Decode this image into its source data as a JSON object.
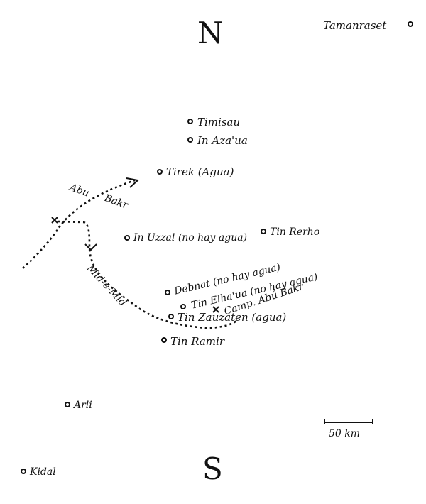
{
  "compass": {
    "north": "N",
    "south": "S"
  },
  "places": {
    "tamanrasset": "Tamanraset",
    "timisau": "Timisau",
    "in_azaua": "In Aza'ua",
    "tirek": "Tirek (Agua)",
    "in_uzzal": "In Uzzal (no hay agua)",
    "tin_rerho": "Tin Rerho",
    "debnat": "Debnat (no hay agua)",
    "tin_elhaua": "Tin Elha'ua (no hay agua)",
    "camp_abu_bakr": "Camp. Abú Bakr",
    "tin_zauzaten": "Tin Zauzaten (agua)",
    "tin_ramir": "Tin Ramir",
    "arli": "Arli",
    "kidal": "Kidal"
  },
  "routes": {
    "abu_bakr": {
      "label_1": "Abu",
      "label_2": "Bakr"
    },
    "mid_e_mid": {
      "label": "Mid-e-Mid"
    }
  },
  "scale": {
    "label": "50 km"
  },
  "colors": {
    "ink": "#111111",
    "paper": "#ffffff"
  }
}
